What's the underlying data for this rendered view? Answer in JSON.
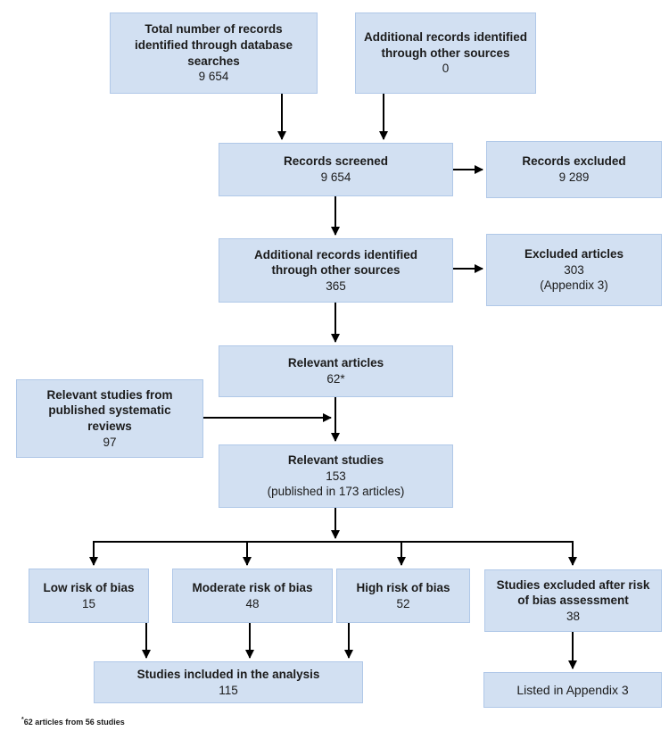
{
  "diagram_type": "prisma-flowchart",
  "nodes": {
    "db_search": {
      "title": "Total number of records identified through database searches",
      "value": "9 654"
    },
    "other_sources_top": {
      "title": "Additional records identified through other sources",
      "value": "0"
    },
    "screened": {
      "title": "Records screened",
      "value": "9 654"
    },
    "records_excluded": {
      "title": "Records excluded",
      "value": "9 289"
    },
    "other_sources_mid": {
      "title": "Additional records identified through other sources",
      "value": "365"
    },
    "excluded_articles": {
      "title": "Excluded articles",
      "value": "303",
      "note": "(Appendix 3)"
    },
    "relevant_articles": {
      "title": "Relevant articles",
      "value": "62*"
    },
    "systematic_reviews": {
      "title": "Relevant studies from published systematic reviews",
      "value": "97"
    },
    "relevant_studies": {
      "title": "Relevant studies",
      "value": "153",
      "note": "(published in 173 articles)"
    },
    "low_risk": {
      "title": "Low risk of bias",
      "value": "15"
    },
    "moderate_risk": {
      "title": "Moderate risk of bias",
      "value": "48"
    },
    "high_risk": {
      "title": "High risk of bias",
      "value": "52"
    },
    "excluded_after": {
      "title": "Studies excluded after risk of bias assessment",
      "value": "38"
    },
    "included_analysis": {
      "title": "Studies included in the analysis",
      "value": "115"
    },
    "listed_appendix": {
      "title": "Listed in Appendix 3"
    }
  },
  "footnote": {
    "marker": "*",
    "text": "62 articles from 56 studies"
  },
  "colors": {
    "box_fill": "#d2e0f2",
    "box_border": "#b0c8e8",
    "arrow": "#000000",
    "text": "#1b1b1b"
  }
}
